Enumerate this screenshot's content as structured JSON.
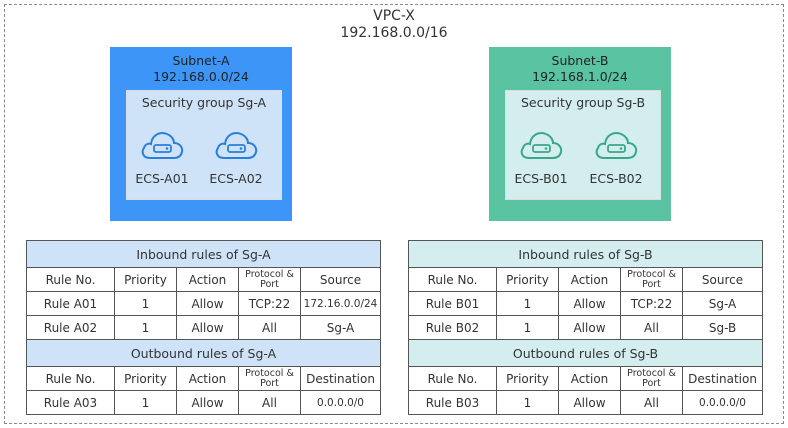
{
  "vpc": {
    "name": "VPC-X",
    "cidr": "192.168.0.0/16"
  },
  "subnets": [
    {
      "name": "Subnet-A",
      "cidr": "192.168.0.0/24",
      "color": "#3d95f7",
      "security_group": "Security group Sg-A",
      "ecs": [
        "ECS-A01",
        "ECS-A02"
      ],
      "icon": "cloud-server-icon"
    },
    {
      "name": "Subnet-B",
      "cidr": "192.168.1.0/24",
      "color": "#5ac4a2",
      "security_group": "Security group Sg-B",
      "ecs": [
        "ECS-B01",
        "ECS-B02"
      ],
      "icon": "cloud-server-icon"
    }
  ],
  "tables": {
    "a": {
      "inbound_title": "Inbound rules of Sg-A",
      "inbound_headers": [
        "Rule No.",
        "Priority",
        "Action",
        "Protocol & Port",
        "Source"
      ],
      "inbound_rows": [
        [
          "Rule A01",
          "1",
          "Allow",
          "TCP:22",
          "172.16.0.0/24"
        ],
        [
          "Rule A02",
          "1",
          "Allow",
          "All",
          "Sg-A"
        ]
      ],
      "outbound_title": "Outbound rules of Sg-A",
      "outbound_headers": [
        "Rule No.",
        "Priority",
        "Action",
        "Protocol & Port",
        "Destination"
      ],
      "outbound_rows": [
        [
          "Rule A03",
          "1",
          "Allow",
          "All",
          "0.0.0.0/0"
        ]
      ]
    },
    "b": {
      "inbound_title": "Inbound rules of Sg-B",
      "inbound_headers": [
        "Rule No.",
        "Priority",
        "Action",
        "Protocol & Port",
        "Source"
      ],
      "inbound_rows": [
        [
          "Rule B01",
          "1",
          "Allow",
          "TCP:22",
          "Sg-A"
        ],
        [
          "Rule B02",
          "1",
          "Allow",
          "All",
          "Sg-B"
        ]
      ],
      "outbound_title": "Outbound rules of Sg-B",
      "outbound_headers": [
        "Rule No.",
        "Priority",
        "Action",
        "Protocol & Port",
        "Destination"
      ],
      "outbound_rows": [
        [
          "Rule B03",
          "1",
          "Allow",
          "All",
          "0.0.0.0/0"
        ]
      ]
    }
  },
  "colors": {
    "subnet_a": "#3d95f7",
    "subnet_b": "#5ac4a2",
    "sg_a": "#cfe3f8",
    "sg_b": "#d4eef0",
    "icon_a": "#2a7fd8",
    "icon_b": "#3aa887"
  }
}
